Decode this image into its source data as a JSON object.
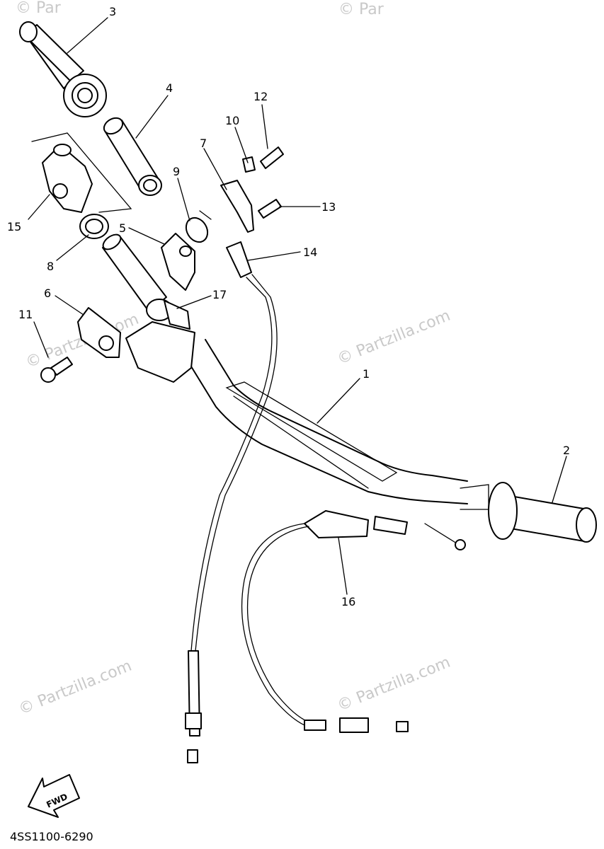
{
  "callouts": [
    "1",
    "2",
    "3",
    "4",
    "5",
    "6",
    "7",
    "8",
    "9",
    "10",
    "11",
    "12",
    "13",
    "14",
    "15",
    "16",
    "17"
  ],
  "watermark": "© Partzilla.com",
  "watermark_partial": "© Par",
  "fwd_label": "FWD",
  "diagram_code": "4SS1100-6290"
}
